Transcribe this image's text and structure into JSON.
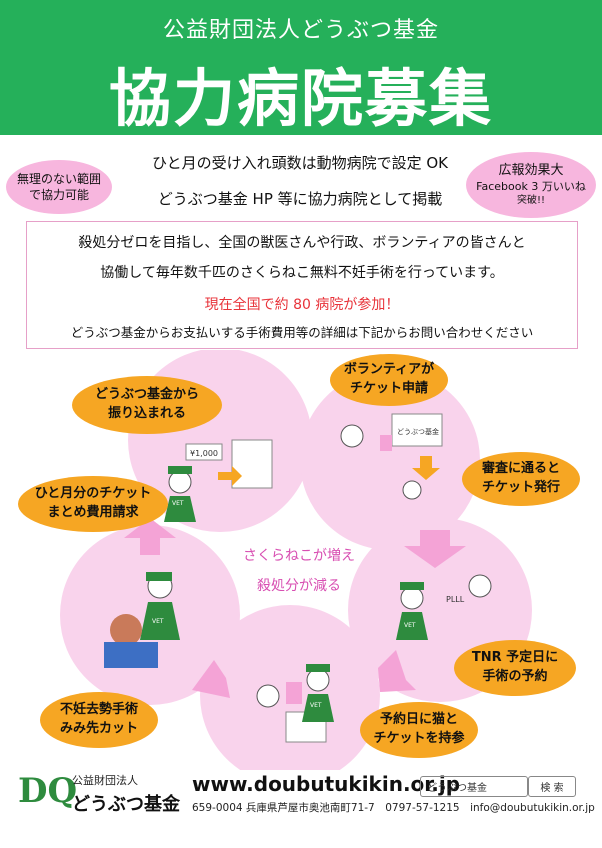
{
  "header": {
    "org": "公益財団法人どうぶつ基金",
    "title": "協力病院募集"
  },
  "lead": {
    "line1": "ひと月の受け入れ頭数は動物病院で設定 OK",
    "line2": "どうぶつ基金 HP 等に協力病院として掲載"
  },
  "bubble_left": "無理のない範囲\nで協力可能",
  "bubble_right": {
    "line1": "広報効果大",
    "line2": "Facebook 3 万いいね",
    "line3": "突破!!"
  },
  "info": {
    "line1": "殺処分ゼロを目指し、全国の獣医さんや行政、ボランティアの皆さんと",
    "line2": "協働して毎年数千匹のさくらねこ無料不妊手術を行っています。",
    "line3": "現在全国で約 80 病院が参加！",
    "line4": "どうぶつ基金からお支払いする手術費用等の詳細は下記からお問い合わせください"
  },
  "cycle": {
    "step_volunteer": "ボランティアが\nチケット申請",
    "step_review": "審査に通ると\nチケット発行",
    "step_schedule": "TNR 予定日に\n手術の予約",
    "step_bring": "予約日に猫と\nチケットを持参",
    "step_surgery": "不妊去勢手術\nみみ先カット",
    "step_invoice": "ひと月分のチケット\nまとめ費用請求",
    "step_transfer": "どうぶつ基金から\n振り込まれる",
    "center_line1": "さくらねこが増え",
    "center_line2": "殺処分が減る",
    "yen_label": "¥1,000",
    "vet_label": "VET",
    "ring_label": "PLLL",
    "sign_label": "どうぶつ基金"
  },
  "footer": {
    "logo_letters": "DQ",
    "org_small": "公益財団法人",
    "org_name": "どうぶつ基金",
    "url": "www.doubutukikin.or.jp",
    "search_value": "どうぶつ基金",
    "search_button": "検 索",
    "address": "659-0004 兵庫県芦屋市奥池南町71-7　0797-57-1215　info@doubutukikin.or.jp"
  },
  "colors": {
    "header_green": "#25b05a",
    "bubble_pink": "#f7b6de",
    "circle_pink": "#f9d3ec",
    "arrow_pink": "#f4a3d6",
    "orange": "#f6a623",
    "red": "#e8333a",
    "logo_green": "#2e8b3e"
  }
}
